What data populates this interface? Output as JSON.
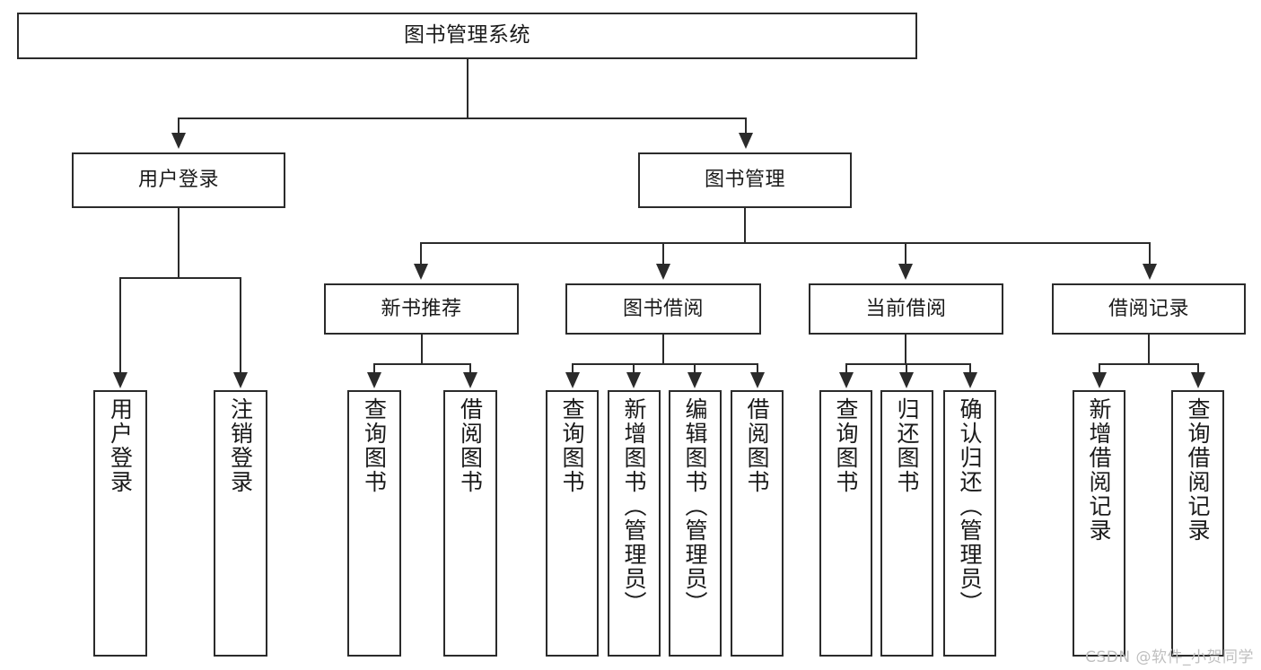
{
  "diagram": {
    "title": "图书管理系统",
    "type": "tree",
    "watermark": "CSDN @软件_小贺同学",
    "colors": {
      "stroke": "#2b2b2b",
      "fill": "#ffffff",
      "text": "#1a1a1a",
      "watermark": "#bfbfbf"
    },
    "root": {
      "label": "图书管理系统"
    },
    "level2": [
      {
        "label": "用户登录"
      },
      {
        "label": "图书管理"
      }
    ],
    "level3": [
      {
        "label": "新书推荐"
      },
      {
        "label": "图书借阅"
      },
      {
        "label": "当前借阅"
      },
      {
        "label": "借阅记录"
      }
    ],
    "leaves": {
      "user_login": [
        {
          "label": "用户登录"
        },
        {
          "label": "注销登录"
        }
      ],
      "new_book": [
        {
          "label": "查询图书"
        },
        {
          "label": "借阅图书"
        }
      ],
      "book_borrow": [
        {
          "label": "查询图书"
        },
        {
          "label": "新增图书（管理员）"
        },
        {
          "label": "编辑图书（管理员）"
        },
        {
          "label": "借阅图书"
        }
      ],
      "current_borrow": [
        {
          "label": "查询图书"
        },
        {
          "label": "归还图书"
        },
        {
          "label": "确认归还（管理员）"
        }
      ],
      "borrow_record": [
        {
          "label": "新增借阅记录"
        },
        {
          "label": "查询借阅记录"
        }
      ]
    }
  }
}
